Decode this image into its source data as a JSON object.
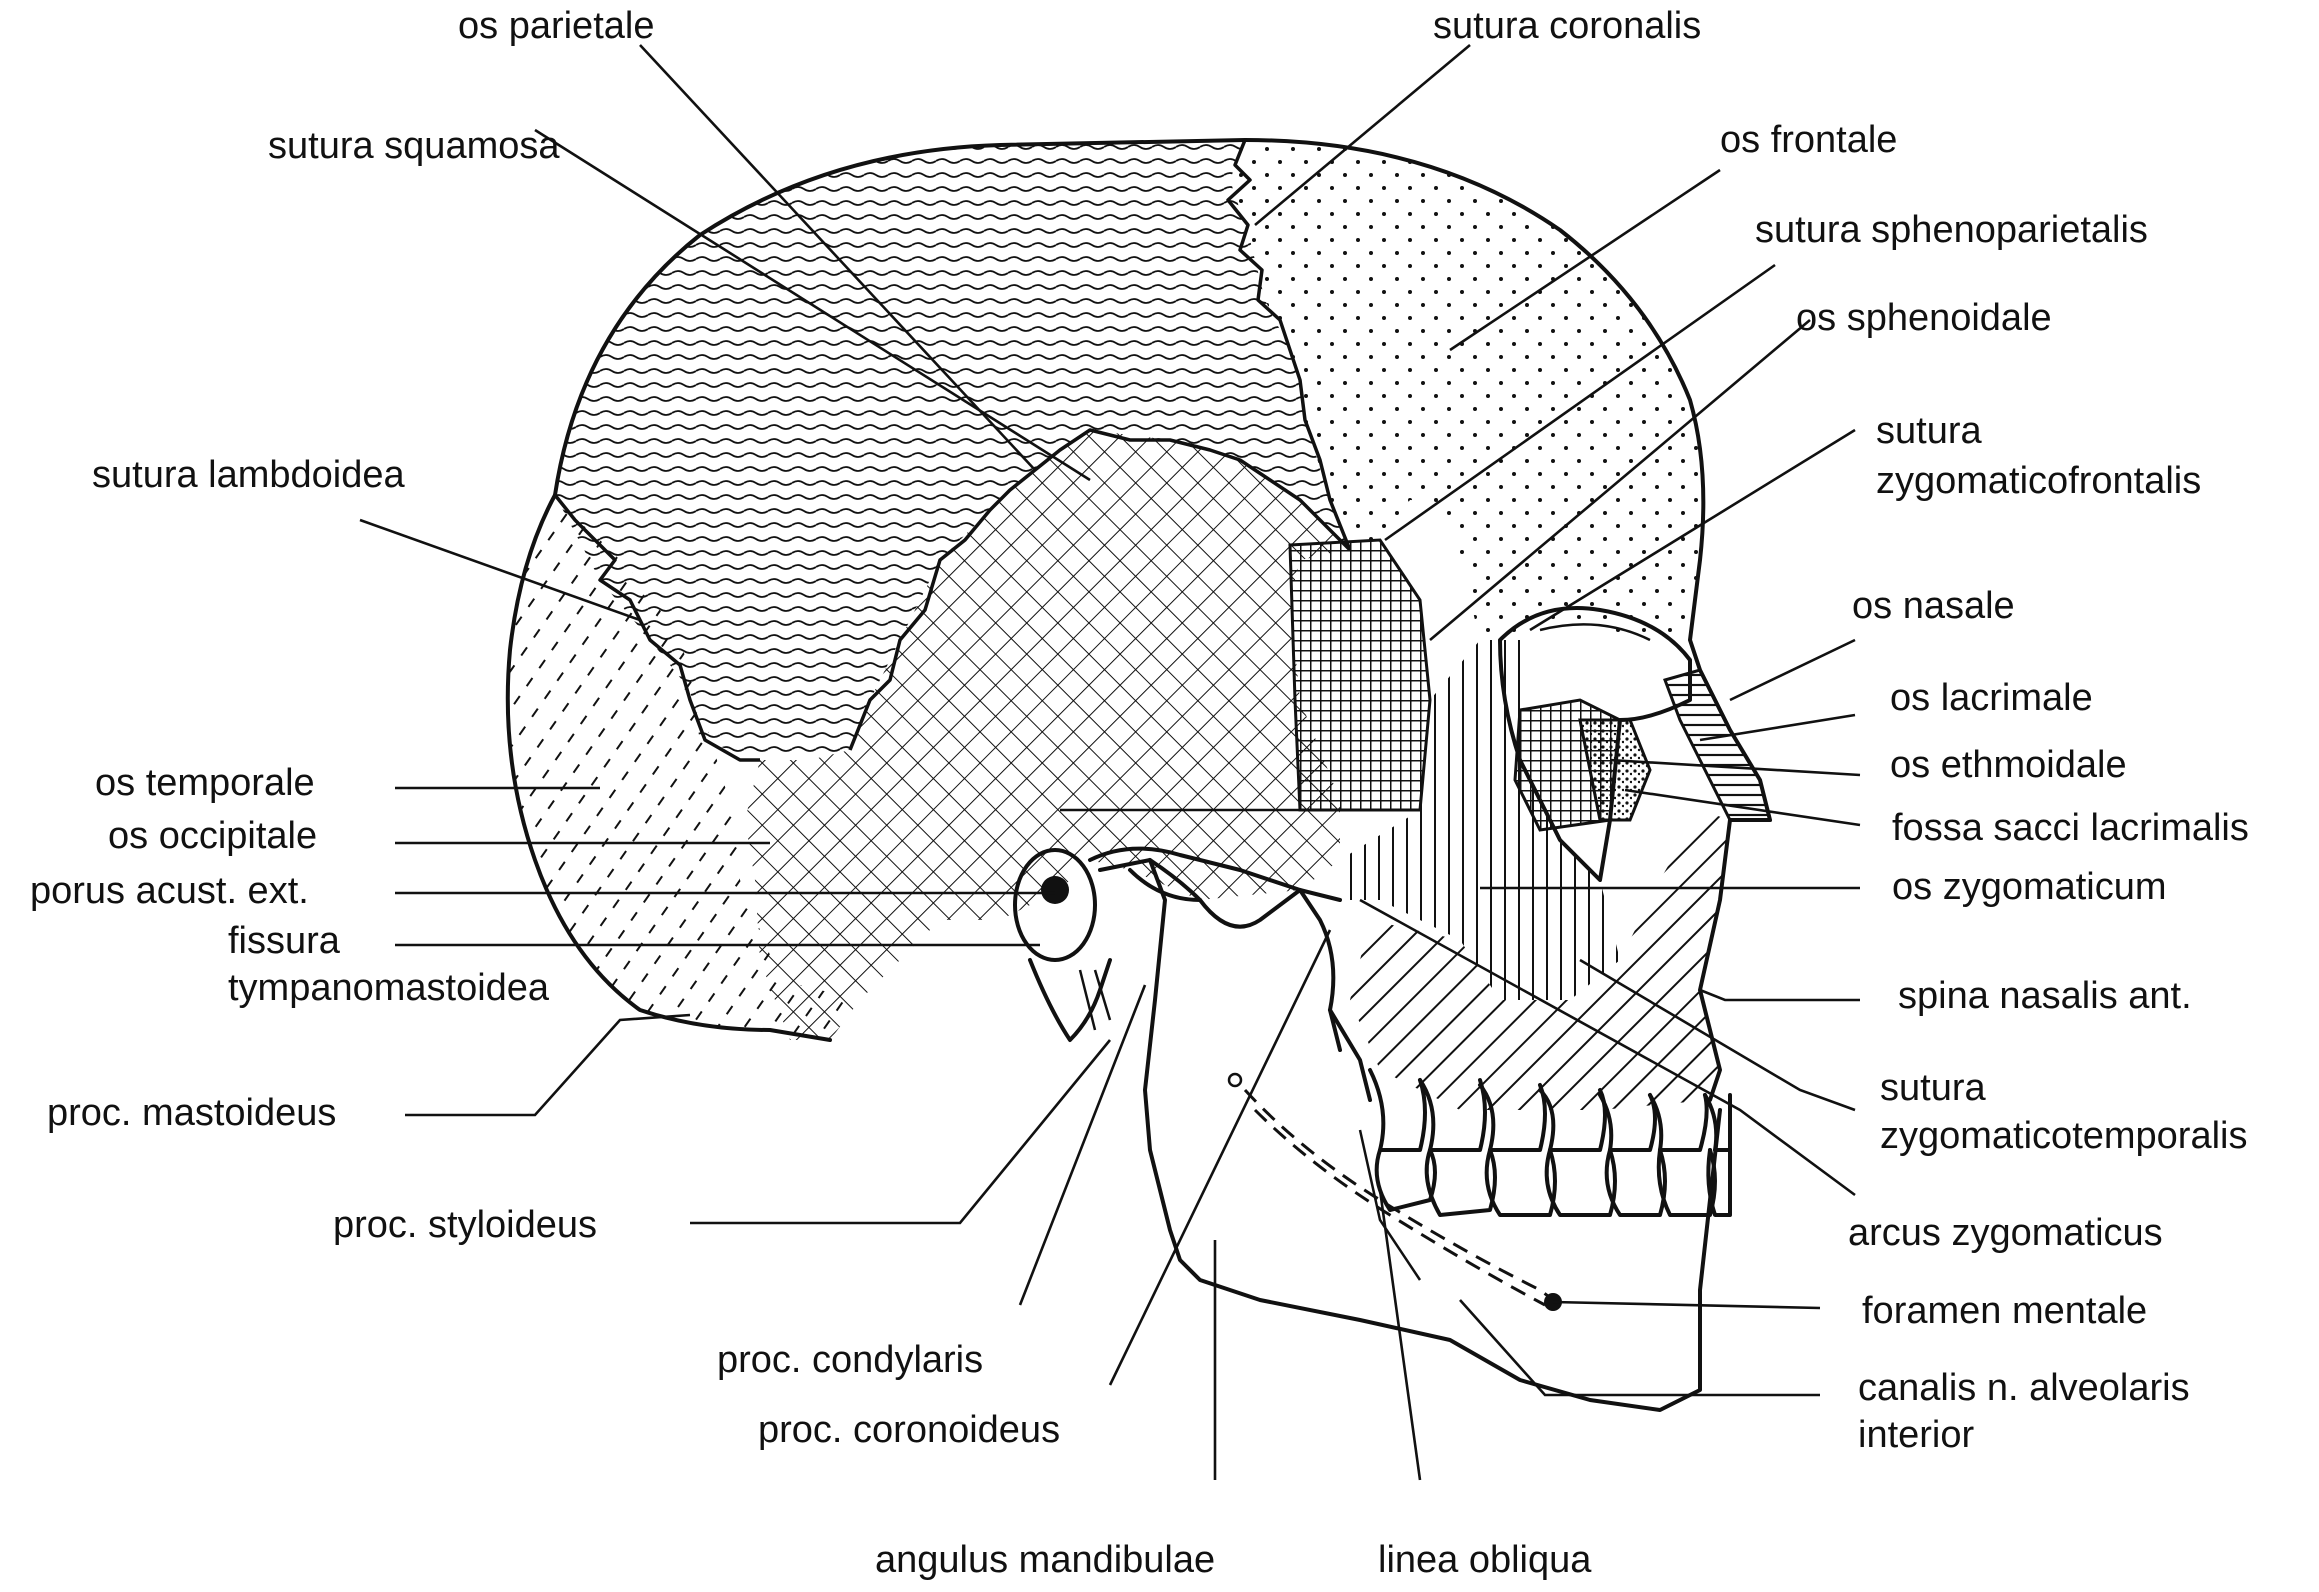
{
  "labels": {
    "os_parietale": "os parietale",
    "sutura_coronalis": "sutura coronalis",
    "sutura_squamosa": "sutura squamosa",
    "os_frontale": "os frontale",
    "sutura_sphenoparietalis": "sutura sphenoparietalis",
    "os_sphenoidale": "os sphenoidale",
    "sutura_zf_1": "sutura",
    "sutura_zf_2": "zygomaticofrontalis",
    "sutura_lambdoidea": "sutura lambdoidea",
    "os_nasale": "os nasale",
    "os_lacrimale": "os lacrimale",
    "os_ethmoidale": "os ethmoidale",
    "fossa_sacci_lacrimalis": "fossa sacci lacrimalis",
    "os_zygomaticum": "os zygomaticum",
    "spina_nasalis_ant": "spina nasalis ant.",
    "sutura_zt_1": "sutura",
    "sutura_zt_2": "zygomaticotemporalis",
    "arcus_zygomaticus": "arcus zygomaticus",
    "foramen_mentale": "foramen mentale",
    "canalis_1": "canalis n. alveolaris",
    "canalis_2": "interior",
    "os_temporale": "os temporale",
    "os_occipitale": "os occipitale",
    "porus_acust_ext": "porus acust. ext.",
    "fissura_1": "fissura",
    "fissura_2": "tympanomastoidea",
    "proc_mastoideus": "proc. mastoideus",
    "proc_styloideus": "proc. styloideus",
    "proc_condylaris": "proc. condylaris",
    "proc_coronoideus": "proc. coronoideus",
    "angulus_mandibulae": "angulus mandibulae",
    "linea_obliqua": "linea obliqua"
  },
  "icons": {
    "skull": "lateral-skull-drawing"
  }
}
